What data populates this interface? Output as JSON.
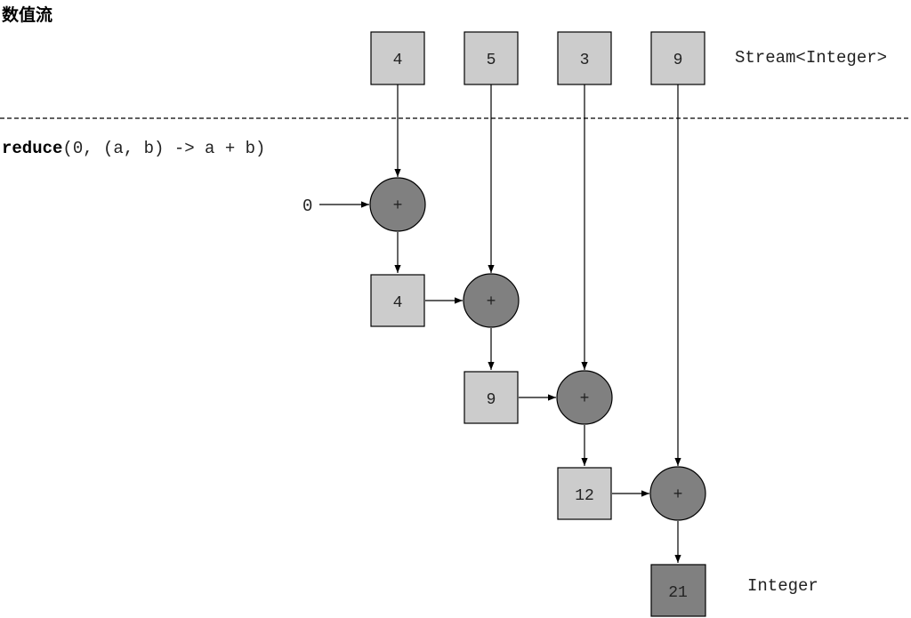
{
  "title": "数值流",
  "stream_label": "Stream<Integer>",
  "result_label": "Integer",
  "reduce_expr": {
    "keyword": "reduce",
    "args": "(0, (a, b) -> a + b)"
  },
  "initial_value": "0",
  "operator": "+",
  "stream_values": [
    "4",
    "5",
    "3",
    "9"
  ],
  "partial_sums": [
    "4",
    "9",
    "12"
  ],
  "result": "21",
  "colors": {
    "value_box": "#cccccc",
    "operator_circle": "#808080",
    "result_box": "#808080",
    "stroke": "#000000"
  }
}
